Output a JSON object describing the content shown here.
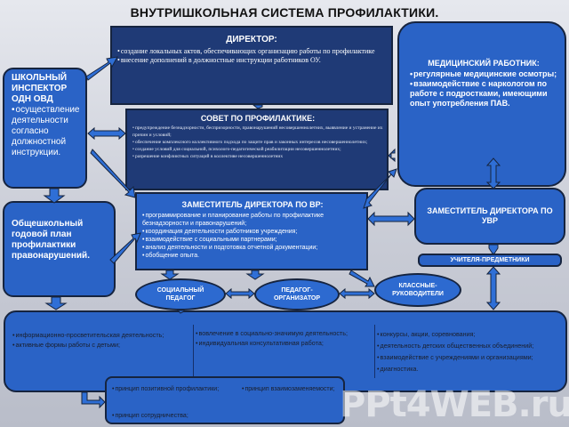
{
  "title": "ВНУТРИШКОЛЬНАЯ СИСТЕМА ПРОФИЛАКТИКИ.",
  "director": {
    "title": "ДИРЕКТОР:",
    "items": [
      "создание локальных актов, обеспечивающих организацию работы по профилактике",
      "внесение дополнений в должностные инструкции работников ОУ."
    ]
  },
  "medic": {
    "title": "МЕДИЦИНСКИЙ РАБОТНИК:",
    "items": [
      "регулярные медицинские осмотры;",
      "взаимодействие с наркологом по работе с подростками, имеющими опыт употребления ПАВ."
    ]
  },
  "inspector": {
    "title": "ШКОЛЬНЫЙ ИНСПЕКТОР ОДН ОВД",
    "item": "осуществление деятельности согласно должностной инструкции."
  },
  "council": {
    "title": "СОВЕТ ПО ПРОФИЛАКТИКЕ:",
    "items": [
      "предупреждение безнадзорности, беспризорности, правонарушений несовершеннолетних, выявление и устранение их причин и условий;",
      "обеспечение комплексного коллективного подхода по защите прав и законных интересов несовершеннолетних;",
      "создание условий для социальной, психолого-педагогической реабилитации несовершеннолетних;",
      "разрешение конфликтных ситуаций в коллективе несовершеннолетних"
    ]
  },
  "plan": {
    "text": "Общешкольный годовой план профилактики правонарушений."
  },
  "vr": {
    "title": "ЗАМЕСТИТЕЛЬ ДИРЕКТОРА ПО ВР:",
    "items": [
      "программирование и планирование работы по профилактике безнадзорности и правонарушений;",
      "координация деятельности работников учреждения;",
      "взаимодействие с социальными партнерами;",
      "анализ деятельности и подготовка отчетной документации;",
      "обобщение опыта."
    ]
  },
  "uvr": {
    "title": "ЗАМЕСТИТЕЛЬ ДИРЕКТОРА ПО УВР"
  },
  "teachers": {
    "label": "УЧИТЕЛЯ-ПРЕДМЕТНИКИ"
  },
  "ovals": {
    "social": "СОЦИАЛЬНЫЙ ПЕДАГОГ",
    "organizer": "ПЕДАГОГ-ОРГАНИЗАТОР",
    "classteachers": "КЛАССНЫЕ-РУКОВОДИТЕЛИ"
  },
  "bottom": {
    "col1": [
      "информационно-просветительская деятельность;",
      "активные формы работы с детьми;"
    ],
    "col2": [
      "вовлечение в социально-значимую деятельность;",
      "индивидуальная консультативная работа;"
    ],
    "col3": [
      "конкурсы, акции, соревнования;",
      "деятельность детских общественных объединений;",
      "взаимодействие с учреждениями и организациями;",
      "диагностика."
    ]
  },
  "principles": {
    "items": [
      "принцип позитивной профилактики;",
      "принцип взаимозаменяемости;",
      "принцип сотрудничества;"
    ]
  },
  "watermark": "PPt4WEB.ru",
  "colors": {
    "dark_box": "#1f3a76",
    "blue_box": "#2a63c6",
    "border": "#16243f",
    "arrow": "#2f6fd6"
  }
}
